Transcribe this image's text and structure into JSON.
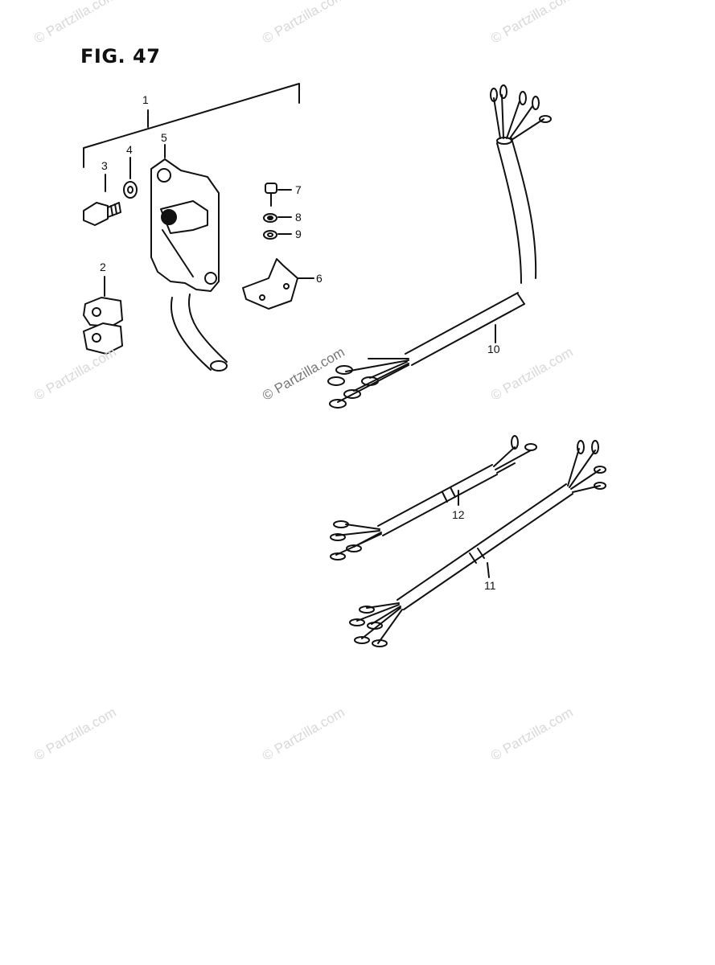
{
  "figure": {
    "title": "FIG. 47"
  },
  "callouts": [
    "1",
    "2",
    "3",
    "4",
    "5",
    "6",
    "7",
    "8",
    "9",
    "10",
    "11",
    "12"
  ],
  "watermark": {
    "text": "© Partzilla.com"
  },
  "colors": {
    "line": "#111111",
    "watermark": "#d8d8d8",
    "watermark_center": "#777777"
  }
}
